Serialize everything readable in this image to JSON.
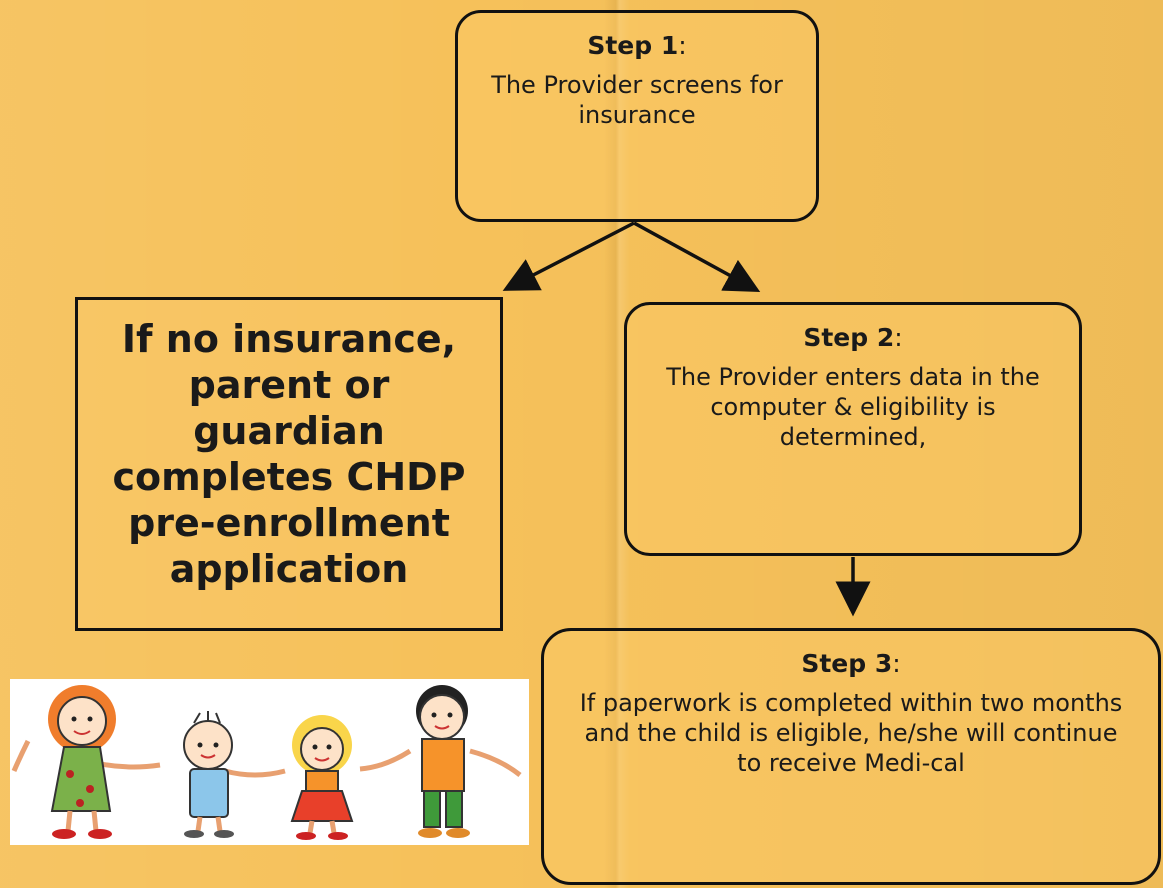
{
  "step1": {
    "title": "Step 1",
    "colon": ":",
    "text": "The Provider screens for insurance"
  },
  "step2": {
    "title": "Step 2",
    "colon": ":",
    "text": "The Provider enters  data in the computer & eligibility is determined,"
  },
  "step3": {
    "title": "Step 3",
    "colon": ":",
    "text": "If paperwork is completed within two months and the child is eligible, he/she will continue to receive Medi-cal"
  },
  "no_insurance": {
    "text": "If no insurance, parent or guardian completes CHDP pre-enrollment application"
  },
  "colors": {
    "background": "#f6c15a",
    "border": "#111111"
  }
}
